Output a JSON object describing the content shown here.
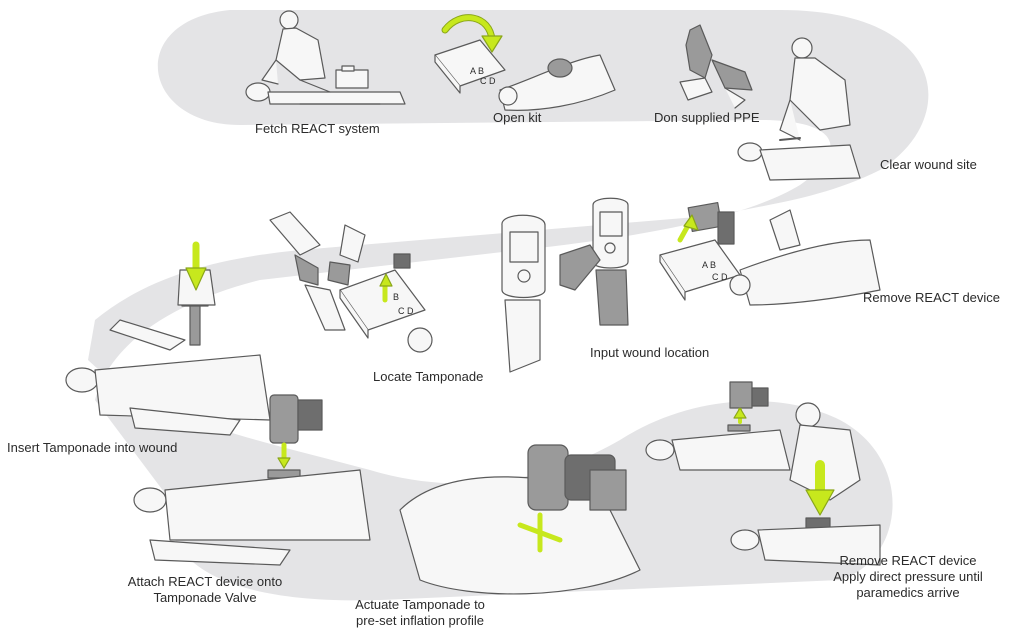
{
  "colors": {
    "background": "#ffffff",
    "path": "#e4e4e6",
    "sketch_stroke": "#5a5a5a",
    "skin": "#f7f7f7",
    "device": "#9a9a9a",
    "device_dark": "#6e6e6e",
    "accent_green": "#c7e81d",
    "text": "#2b2b2b"
  },
  "steps": [
    {
      "label": "Fetch REACT system",
      "illustration": "paramedic-kneeling-cpr-with-case"
    },
    {
      "label": "Open kit",
      "illustration": "open-kit-case-curved-arrow"
    },
    {
      "label": "Don supplied PPE",
      "illustration": "gloved-hands-pulling-glove"
    },
    {
      "label": "Clear wound site",
      "illustration": "paramedic-cutting-clothing"
    },
    {
      "label": "Remove REACT device",
      "illustration": "lifting-device-from-case"
    },
    {
      "label": "Input wound location",
      "illustration": "handheld-device-screen-press"
    },
    {
      "label": "Locate Tamponade",
      "illustration": "hands-taking-tamponade-from-case"
    },
    {
      "label": "Insert Tamponade into wound",
      "illustration": "pressing-tamponade-down-arrow"
    },
    {
      "label": "Attach REACT device onto",
      "label2": "Tamponade Valve",
      "illustration": "device-attached-to-valve"
    },
    {
      "label": "Actuate Tamponade to",
      "label2": "pre-set inflation profile",
      "illustration": "device-inflation-arrows"
    },
    {
      "label": "Remove REACT device",
      "label2": "Apply direct pressure until",
      "label3": "paramedics arrive",
      "illustration": "removing-device-and-pressing"
    }
  ]
}
